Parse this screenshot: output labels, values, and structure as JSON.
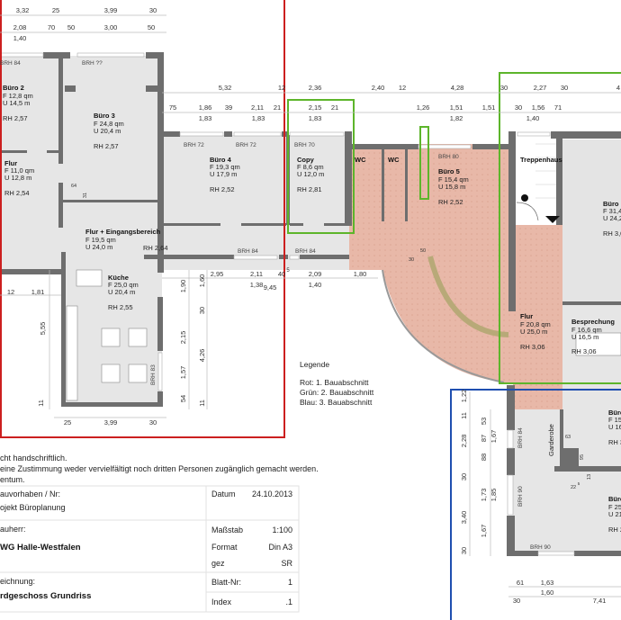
{
  "dims": {
    "top1": [
      "3,32",
      "25",
      "3,99",
      "30"
    ],
    "top2": [
      "2,08",
      "70",
      "50",
      "3,00",
      "50"
    ],
    "top3": [
      "1,40"
    ],
    "mid1": [
      "5,32",
      "12",
      "2,36",
      "2,40",
      "12",
      "4,28",
      "30",
      "2,27",
      "30",
      "4"
    ],
    "mid2": [
      "75",
      "1,86",
      "39",
      "2,11",
      "21",
      "2,15",
      "21",
      "1,26",
      "1,51",
      "1,51",
      "30",
      "1,56",
      "71"
    ],
    "mid3": [
      "1,83",
      "1,83",
      "1,83",
      "1,82",
      "1,40"
    ],
    "low1": [
      "2,95",
      "2,11",
      "40",
      "5",
      "2,09",
      "1,80",
      "12",
      "1,81"
    ],
    "low2": [
      "1,38",
      "9,45",
      "1,40"
    ],
    "kitchen_v": [
      "5,55",
      "1,90",
      "1,60",
      "30",
      "2,15",
      "4,26",
      "1,57",
      "54",
      "11",
      "11"
    ],
    "bottom": [
      "25",
      "3,99",
      "30"
    ],
    "blue_v": [
      "1,22",
      "11",
      "2,28",
      "53",
      "87",
      "1,67",
      "88",
      "30",
      "1,73",
      "1,85",
      "3,40",
      "1,67",
      "30"
    ],
    "blue_h": [
      "61",
      "1,63",
      "1,60",
      "30",
      "7,41"
    ],
    "small": [
      "64",
      "31",
      "50",
      "30",
      "63",
      "95",
      "13",
      "22",
      "5"
    ]
  },
  "brh": [
    "BRH 84",
    "BRH ??",
    "BRH 72",
    "BRH 72",
    "BRH 70",
    "BRH 80",
    "BRH 84",
    "BRH 84",
    "BRH 83",
    "BRH 84",
    "BRH 90",
    "BRH 90"
  ],
  "rooms": {
    "buero2": {
      "name": "Büro 2",
      "area": "F 12,8 qm",
      "perim": "U 14,5 m",
      "rh": "RH 2,57"
    },
    "buero3": {
      "name": "Büro 3",
      "area": "F 24,8 qm",
      "perim": "U 20,4 m",
      "rh": "RH 2,57"
    },
    "flur1": {
      "name": "Flur",
      "area": "F 11,0 qm",
      "perim": "U 12,8 m",
      "rh": "RH 2,54"
    },
    "buero4": {
      "name": "Büro 4",
      "area": "F 19,3 qm",
      "perim": "U 17,9 m",
      "rh": "RH 2,52"
    },
    "copy": {
      "name": "Copy",
      "area": "F 8,6 qm",
      "perim": "U 12,0 m",
      "rh": "RH 2,81"
    },
    "wc1": {
      "name": "WC"
    },
    "wc2": {
      "name": "WC"
    },
    "buero5": {
      "name": "Büro 5",
      "area": "F 15,4 qm",
      "perim": "U 15,8 m",
      "rh": "RH 2,52"
    },
    "treppenhaus": {
      "name": "Treppenhaus"
    },
    "buero6": {
      "name": "Büro",
      "area": "F 31,4",
      "perim": "U 24,2",
      "rh": "RH 3,0"
    },
    "flur_eingang": {
      "name": "Flur + Eingangsbereich",
      "area": "F 19,5 qm",
      "perim": "U 24,0 m",
      "rh": "RH 2,64"
    },
    "kueche": {
      "name": "Küche",
      "area": "F 25,0 qm",
      "perim": "U 20,4 m",
      "rh": "RH 2,55"
    },
    "flur2": {
      "name": "Flur",
      "area": "F 20,8 qm",
      "perim": "U 25,0 m",
      "rh": "RH 3,06"
    },
    "besprechung": {
      "name": "Besprechung",
      "area": "F 16,6 qm",
      "perim": "U 16,5 m",
      "rh": "RH 3,06"
    },
    "buero7": {
      "name": "Büro",
      "area": "F 15",
      "perim": "U 16",
      "rh": "RH 3"
    },
    "buero8": {
      "name": "Büro",
      "area": "F 25",
      "perim": "U 21",
      "rh": "RH 2"
    },
    "garderobe": {
      "name": "Garderobe"
    }
  },
  "legend": {
    "title": "Legende",
    "items": [
      "Rot: 1. Bauabschnitt",
      "Grün: 2. Bauabschnitt",
      "Blau: 3. Bauabschnitt"
    ],
    "colors": [
      "#cc1f1f",
      "#5db52b",
      "#1f4fb0"
    ]
  },
  "notes": [
    "cht handschriftlich.",
    "eine Zustimmung weder vervielfältigt noch dritten Personen zugänglich gemacht werden.",
    "entum."
  ],
  "titleblock": {
    "project_label": "auvorhaben / Nr:",
    "project_value": "ojekt Büroplanung",
    "client_label": "auherr:",
    "client_value": "WG Halle-Westfalen",
    "drawing_label": "eichnung:",
    "drawing_value": "rdgeschoss Grundriss",
    "datum_label": "Datum",
    "datum_value": "24.10.2013",
    "scale_label": "Maßstab",
    "scale_value": "1:100",
    "format_label": "Format",
    "format_value": "Din A3",
    "gez_label": "gez",
    "gez_value": "SR",
    "blatt_label": "Blatt-Nr:",
    "blatt_value": "1",
    "index_label": "Index",
    "index_value": ".1"
  }
}
